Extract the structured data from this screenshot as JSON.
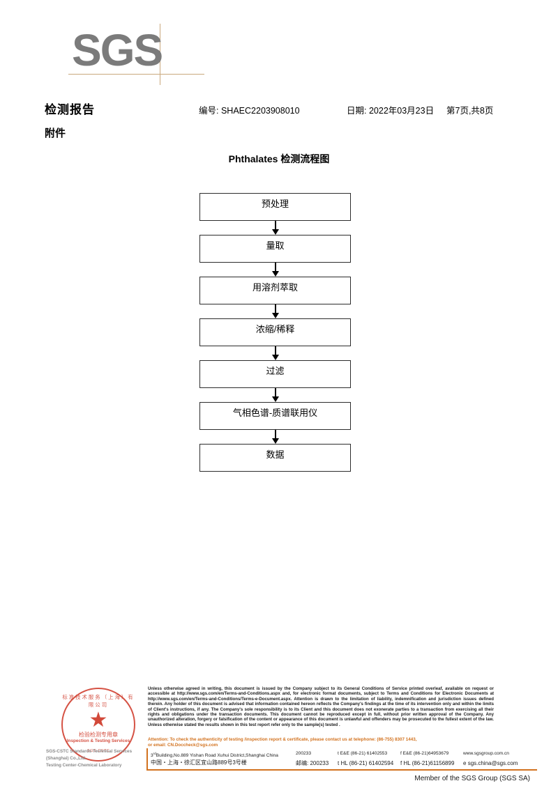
{
  "logo": {
    "wordmark": "SGS"
  },
  "header": {
    "title": "检测报告",
    "subtitle": "附件",
    "report_no_label": "编号:",
    "report_no": "SHAEC2203908010",
    "date_label": "日期:",
    "date": "2022年03月23日",
    "page": "第7页,共8页"
  },
  "flow": {
    "title": "Phthalates 检测流程图",
    "steps": [
      {
        "label": "预处理"
      },
      {
        "label": "量取"
      },
      {
        "label": "用溶剂萃取"
      },
      {
        "label": "浓缩/稀释"
      },
      {
        "label": "过滤"
      },
      {
        "label": "气相色谱-质谱联用仪"
      },
      {
        "label": "数据"
      }
    ]
  },
  "seal": {
    "arc_top": "标准技术服务（上海）有限公司",
    "center_cn": "检验检测专用章",
    "center_en": "Inspection & Testing Services",
    "arc_bottom": "SGS-CSTC"
  },
  "lab": {
    "line1": "SGS-CSTC Standards Technical Services (Shanghai) Co.,Ltd.",
    "line2": "Testing Center-Chemical Laboratory"
  },
  "footer": {
    "legal": [
      "Unless otherwise agreed in writing, this document is issued by the Company subject to its General Conditions of Service printed overleaf, available on request or accessible at http://www.sgs.com/en/Terms-and-Conditions.aspx and, for electronic format documents, subject to Terms and Conditions for Electronic Documents at http://www.sgs.com/en/Terms-and-Conditions/Terms-e-Document.aspx. Attention is drawn to the limitation of liability, indemnification and jurisdiction issues defined therein. Any holder of this document is advised that information contained hereon reflects the Company's findings at the time of its intervention only and within the limits of Client's instructions, if any. The Company's sole responsibility is to its Client and this document does not exonerate parties to a transaction from exercising all their rights and obligations under the transaction documents. This document cannot be reproduced except in full, without prior written approval of the Company. Any unauthorized alteration, forgery or falsification of the content or appearance of this document is unlawful and offenders may be prosecuted to the fullest extent of the law. Unless otherwise stated the results shown in this test report refer only to the sample(s) tested ."
    ],
    "attention": [
      "Attention: To check the authenticity of testing /inspection report & certificate, please contact us at telephone: (86-755) 8307 1443,",
      "or email: CN.Doccheck@sgs.com"
    ],
    "address_en": "Building,No.889 Yishan Road Xuhui District,Shanghai China",
    "address_en_prefix": "3",
    "address_en_sup": "rd",
    "address_cn": "中国・上海・徐汇区宜山路889号3号楼",
    "zip_en": "200233",
    "zip_cn_label": "邮编:",
    "zip_cn": "200233",
    "tel_ee": "t E&E (86-21) 61402553",
    "fax_ee": "f E&E (86-21)64953679",
    "tel_hl": "t HL (86-21) 61402594",
    "fax_hl": "f HL (86-21)61156899",
    "website": "www.sgsgroup.com.cn",
    "email_prefix": "e",
    "email": "sgs.china@sgs.com",
    "member": "Member of the SGS Group (SGS SA)"
  },
  "colors": {
    "logo_gray": "#7b7b7b",
    "rule_tan": "#c9a87c",
    "attention_orange": "#d2721f",
    "seal_red": "#cf3a2a"
  }
}
